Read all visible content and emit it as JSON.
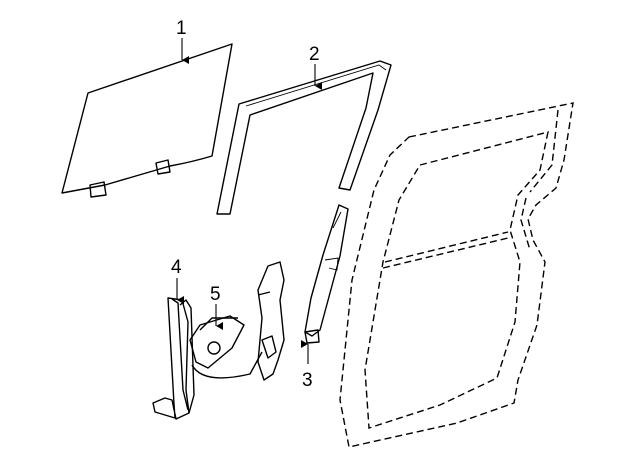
{
  "diagram": {
    "callouts": [
      {
        "id": "1",
        "label": "1",
        "part": "window-glass"
      },
      {
        "id": "2",
        "label": "2",
        "part": "glass-run-channel"
      },
      {
        "id": "3",
        "label": "3",
        "part": "rear-guide-channel"
      },
      {
        "id": "4",
        "label": "4",
        "part": "window-regulator"
      },
      {
        "id": "5",
        "label": "5",
        "part": "regulator-motor"
      }
    ]
  }
}
